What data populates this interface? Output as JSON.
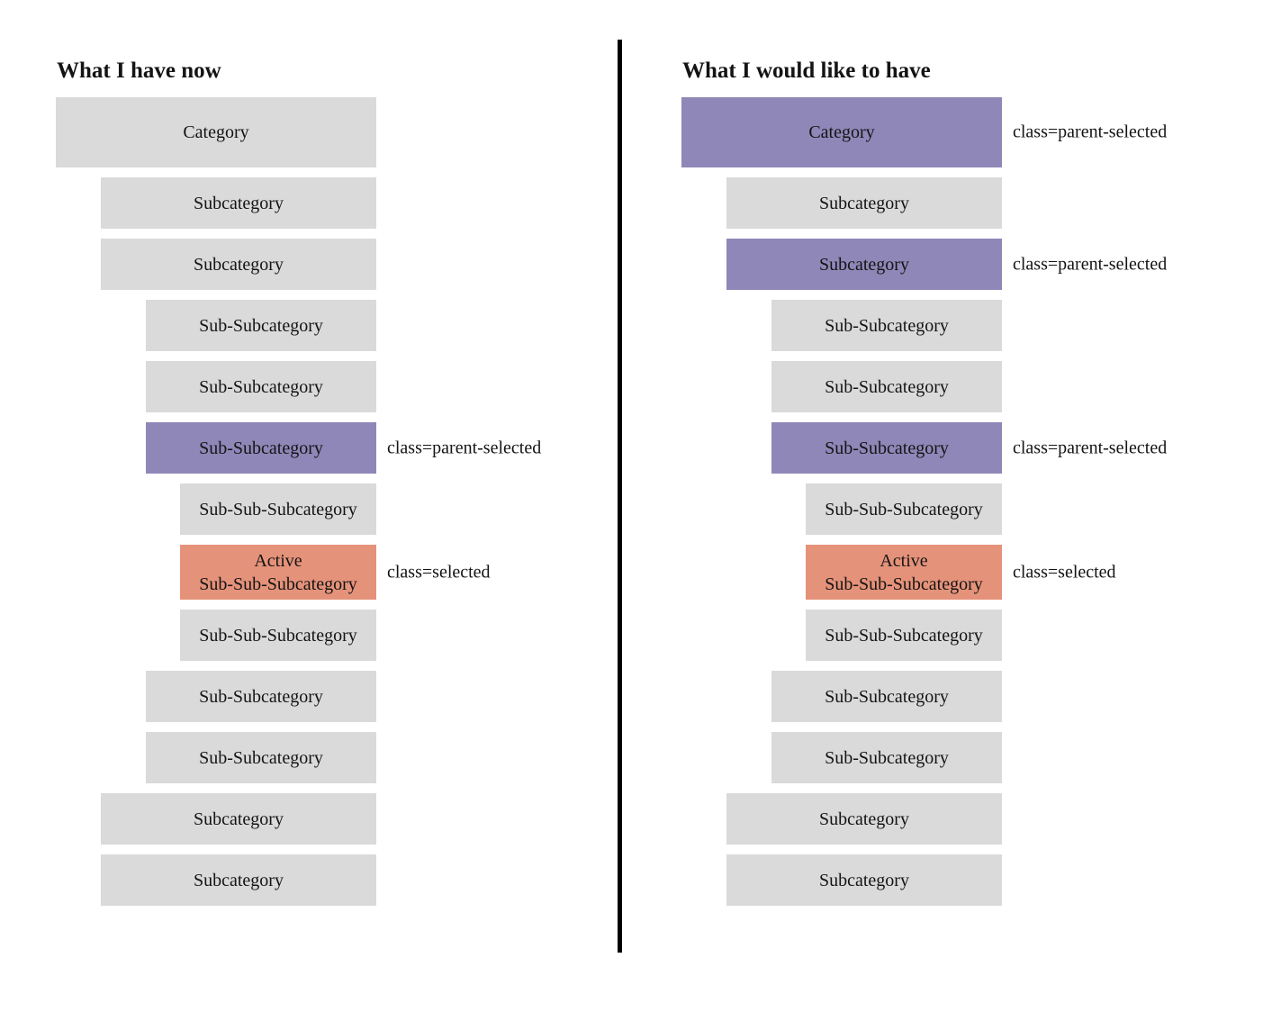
{
  "figure": {
    "divider_color": "#000000"
  },
  "colors": {
    "item_default": "#d9dad9",
    "item_parent_selected": "#8f87b8",
    "item_selected": "#e5927a",
    "text": "#141414"
  },
  "columns": [
    {
      "id": "current",
      "title": "What I have now",
      "rows": [
        {
          "label": "Category",
          "level": 0,
          "state": "default"
        },
        {
          "label": "Subcategory",
          "level": 1,
          "state": "default"
        },
        {
          "label": "Subcategory",
          "level": 1,
          "state": "default"
        },
        {
          "label": "Sub-Subcategory",
          "level": 2,
          "state": "default"
        },
        {
          "label": "Sub-Subcategory",
          "level": 2,
          "state": "default"
        },
        {
          "label": "Sub-Subcategory",
          "level": 2,
          "state": "parent-selected",
          "annotation": "class=parent-selected"
        },
        {
          "label": "Sub-Sub-Subcategory",
          "level": 3,
          "state": "default"
        },
        {
          "label": "Active\nSub-Sub-Subcategory",
          "level": 3,
          "state": "selected",
          "annotation": "class=selected"
        },
        {
          "label": "Sub-Sub-Subcategory",
          "level": 3,
          "state": "default"
        },
        {
          "label": "Sub-Subcategory",
          "level": 2,
          "state": "default"
        },
        {
          "label": "Sub-Subcategory",
          "level": 2,
          "state": "default"
        },
        {
          "label": "Subcategory",
          "level": 1,
          "state": "default"
        },
        {
          "label": "Subcategory",
          "level": 1,
          "state": "default"
        }
      ]
    },
    {
      "id": "desired",
      "title": "What I would like to have",
      "rows": [
        {
          "label": "Category",
          "level": 0,
          "state": "parent-selected",
          "annotation": "class=parent-selected"
        },
        {
          "label": "Subcategory",
          "level": 1,
          "state": "default"
        },
        {
          "label": "Subcategory",
          "level": 1,
          "state": "parent-selected",
          "annotation": "class=parent-selected"
        },
        {
          "label": "Sub-Subcategory",
          "level": 2,
          "state": "default"
        },
        {
          "label": "Sub-Subcategory",
          "level": 2,
          "state": "default"
        },
        {
          "label": "Sub-Subcategory",
          "level": 2,
          "state": "parent-selected",
          "annotation": "class=parent-selected"
        },
        {
          "label": "Sub-Sub-Subcategory",
          "level": 3,
          "state": "default"
        },
        {
          "label": "Active\nSub-Sub-Subcategory",
          "level": 3,
          "state": "selected",
          "annotation": "class=selected"
        },
        {
          "label": "Sub-Sub-Subcategory",
          "level": 3,
          "state": "default"
        },
        {
          "label": "Sub-Subcategory",
          "level": 2,
          "state": "default"
        },
        {
          "label": "Sub-Subcategory",
          "level": 2,
          "state": "default"
        },
        {
          "label": "Subcategory",
          "level": 1,
          "state": "default"
        },
        {
          "label": "Subcategory",
          "level": 1,
          "state": "default"
        }
      ]
    }
  ]
}
